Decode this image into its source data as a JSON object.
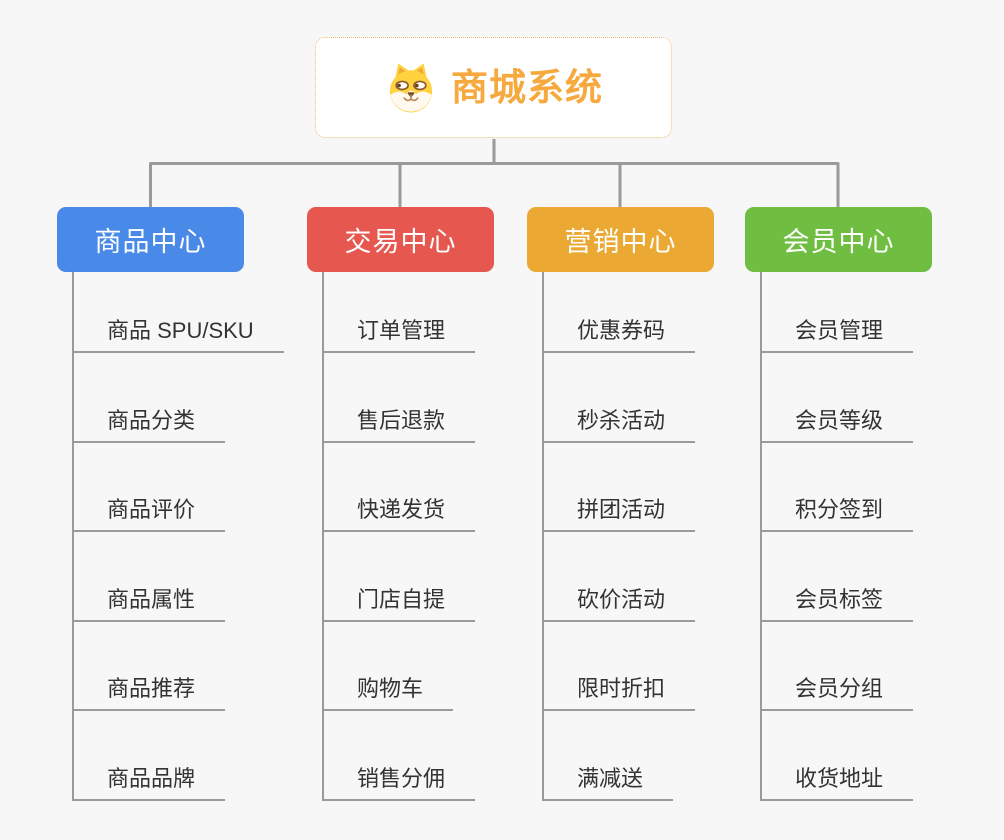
{
  "root": {
    "title": "商城系统",
    "accent_color": "#F6A93E",
    "border_color": "#EFBD72",
    "icon": "dog-icon"
  },
  "branches": [
    {
      "label": "商品中心",
      "color": "#4989E8",
      "children": [
        "商品 SPU/SKU",
        "商品分类",
        "商品评价",
        "商品属性",
        "商品推荐",
        "商品品牌"
      ]
    },
    {
      "label": "交易中心",
      "color": "#E5574F",
      "children": [
        "订单管理",
        "售后退款",
        "快递发货",
        "门店自提",
        "购物车",
        "销售分佣"
      ]
    },
    {
      "label": "营销中心",
      "color": "#EBA833",
      "children": [
        "优惠券码",
        "秒杀活动",
        "拼团活动",
        "砍价活动",
        "限时折扣",
        "满减送"
      ]
    },
    {
      "label": "会员中心",
      "color": "#70BE41",
      "children": [
        "会员管理",
        "会员等级",
        "积分签到",
        "会员标签",
        "会员分组",
        "收货地址"
      ]
    }
  ],
  "connector_color": "#9A9A9A",
  "background_color": "#F7F7F7"
}
